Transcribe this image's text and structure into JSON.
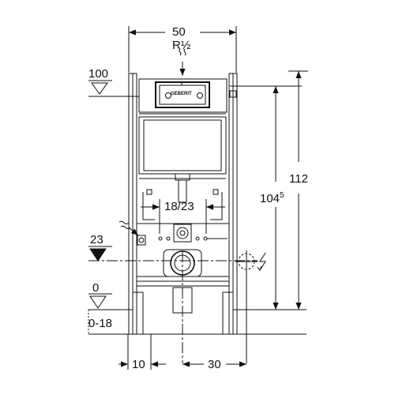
{
  "dimensions": {
    "top_width": "50",
    "water_connection": "R½",
    "top_level": "100",
    "height_total": "112",
    "height_frame_main": "104",
    "height_frame_sup": "5",
    "bolt_spacing": "18/23",
    "waste_level": "23",
    "floor_level": "0",
    "floor_range": "0-18",
    "foot_offset": "10",
    "waste_offset": "30"
  },
  "brand": {
    "plate_text": "GEBERIT"
  },
  "colors": {
    "line": "#111111",
    "background": "#ffffff",
    "cistern_fill": "#ffffff"
  }
}
